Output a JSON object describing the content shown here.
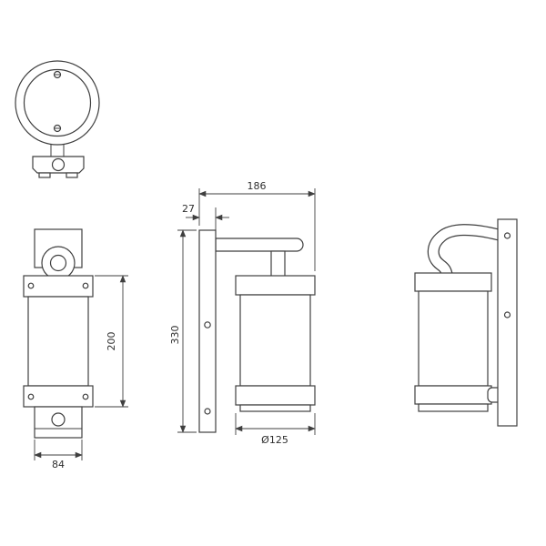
{
  "page": {
    "background": "#ffffff"
  },
  "drawing": {
    "line_color": "#3f3f3f",
    "dims": {
      "arm_depth": "186",
      "plate_depth": "27",
      "total_height": "330",
      "body_height": "200",
      "base_width": "84",
      "diameter": "Ø125"
    }
  }
}
